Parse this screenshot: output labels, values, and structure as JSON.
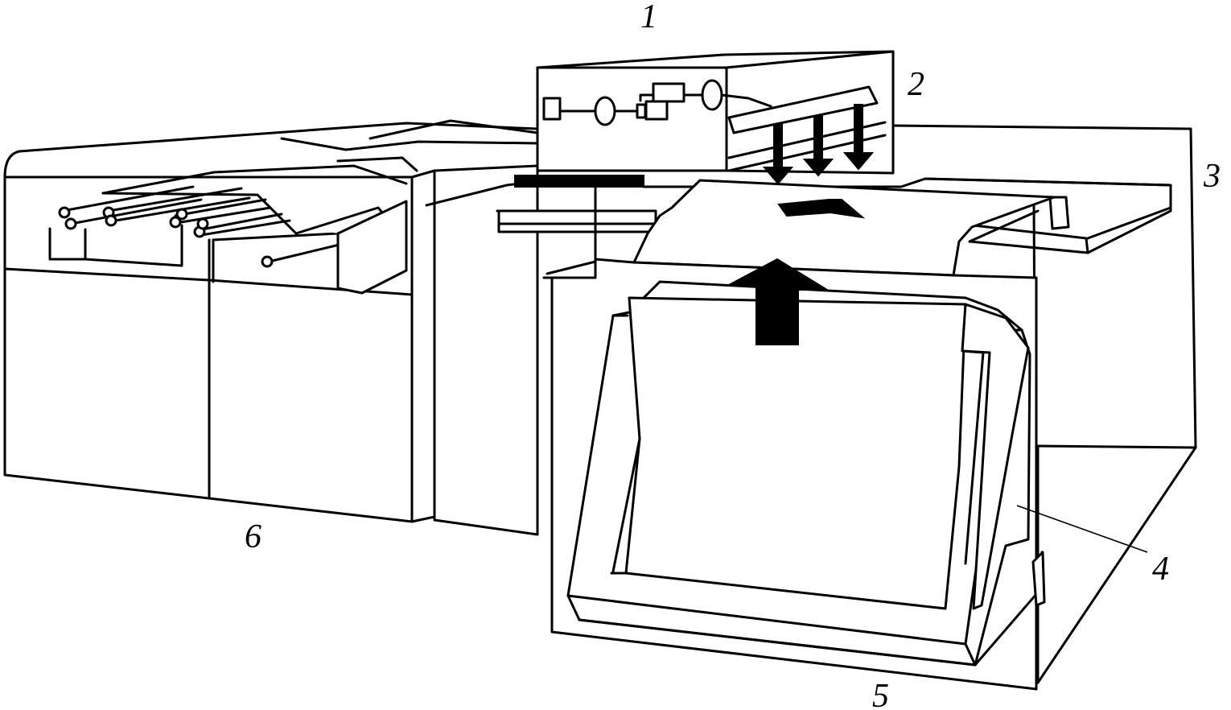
{
  "figure": {
    "callouts": [
      {
        "id": "label-1",
        "text": "1"
      },
      {
        "id": "label-2",
        "text": "2"
      },
      {
        "id": "label-3",
        "text": "3"
      },
      {
        "id": "label-4",
        "text": "4"
      },
      {
        "id": "label-5",
        "text": "5"
      },
      {
        "id": "label-6",
        "text": "6"
      }
    ],
    "stroke_color": "#000000",
    "background_color": "#ffffff"
  }
}
